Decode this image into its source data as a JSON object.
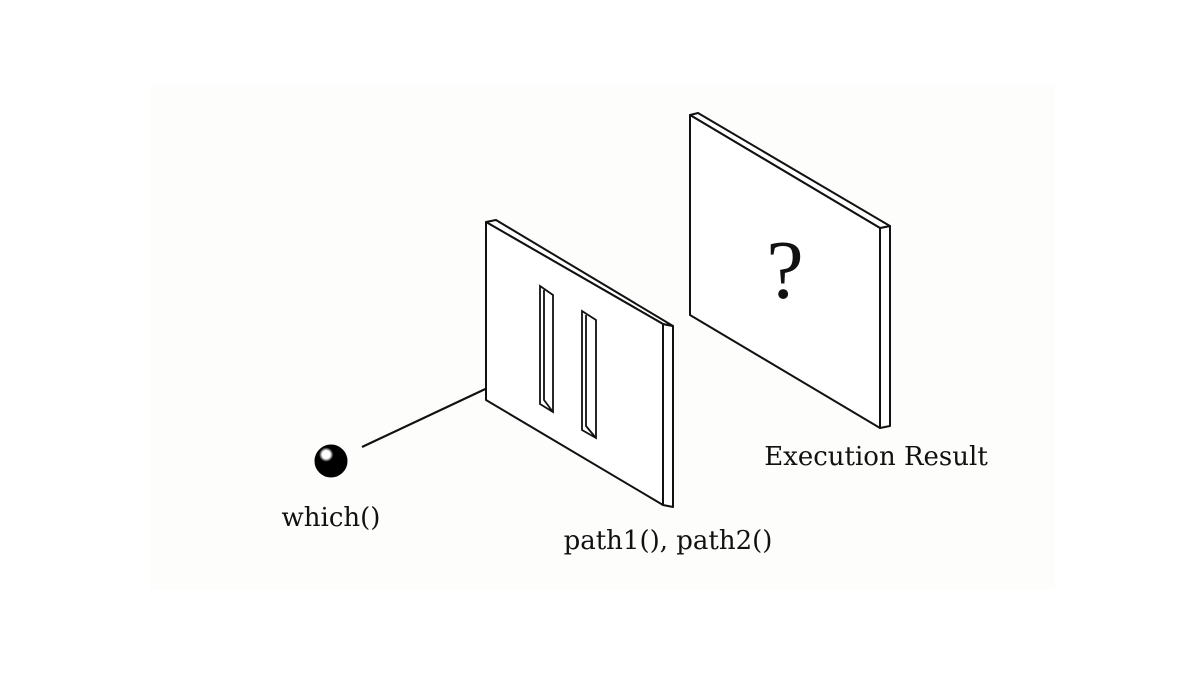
{
  "diagram": {
    "source_label": "which()",
    "slits_label": "path1(), path2()",
    "result_label": "Execution Result",
    "result_symbol": "?"
  },
  "colors": {
    "stroke": "#111111",
    "panel_face": "#ffffff",
    "particle": "#000000"
  }
}
